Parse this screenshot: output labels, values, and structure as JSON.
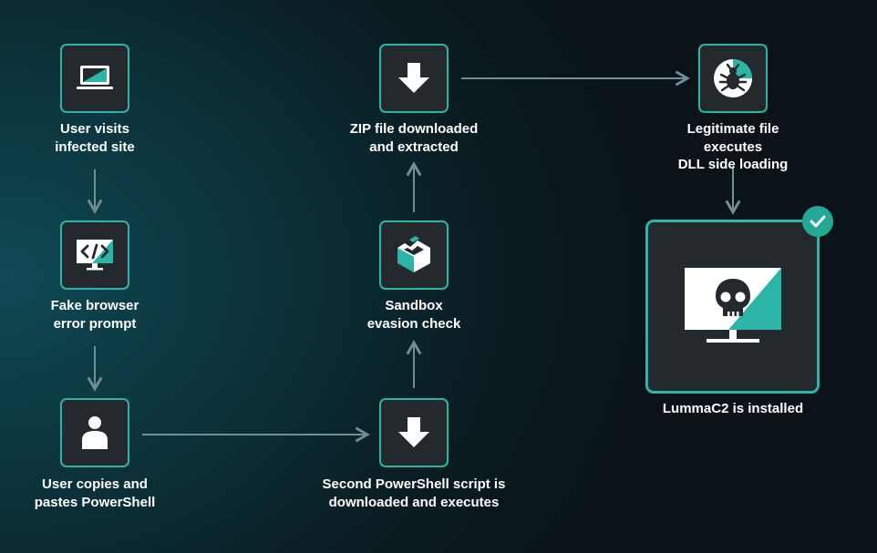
{
  "colors": {
    "accent": "#2bb5a7",
    "tile": "#23292d",
    "arrow": "#6f8e95",
    "text": "#ffffff"
  },
  "steps": [
    {
      "id": "visit",
      "icon": "laptop-icon",
      "label": "User visits\ninfected site"
    },
    {
      "id": "fake",
      "icon": "code-monitor-icon",
      "label": "Fake browser\nerror prompt"
    },
    {
      "id": "copy",
      "icon": "user-icon",
      "label": "User copies and\npastes PowerShell"
    },
    {
      "id": "second",
      "icon": "download-arrow-icon",
      "label": "Second PowerShell script is\ndownloaded and executes"
    },
    {
      "id": "sandbox",
      "icon": "sandbox-box-icon",
      "label": "Sandbox\nevasion check"
    },
    {
      "id": "zip",
      "icon": "download-arrow-icon",
      "label": "ZIP file downloaded\nand extracted"
    },
    {
      "id": "legit",
      "icon": "bug-icon",
      "label": "Legitimate file executes\nDLL side loading"
    },
    {
      "id": "lumma",
      "icon": "skull-monitor-icon",
      "label": "LummaC2 is installed"
    }
  ],
  "badge_icon": "checkmark-icon"
}
